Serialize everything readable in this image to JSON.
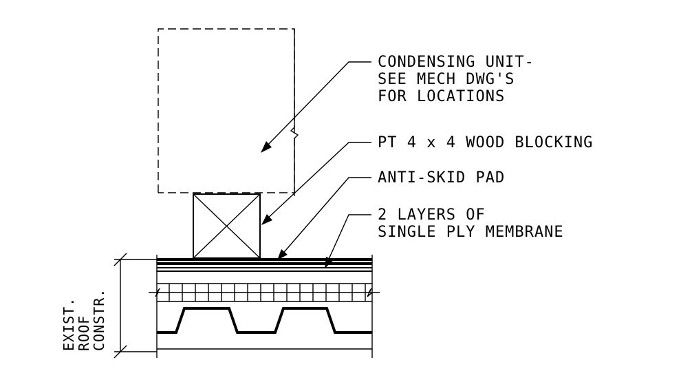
{
  "notes": {
    "condensing_unit": [
      "CONDENSING UNIT-",
      "SEE MECH DWG'S",
      "FOR LOCATIONS"
    ],
    "wood_blocking": [
      "PT 4 x 4 WOOD BLOCKING"
    ],
    "anti_skid_pad": [
      "ANTI-SKID PAD"
    ],
    "membrane": [
      "2 LAYERS OF",
      "SINGLE PLY MEMBRANE"
    ]
  },
  "dimension_label": [
    "EXIST.",
    "ROOF",
    "CONSTR."
  ],
  "colors": {
    "line": "#000000",
    "background": "#ffffff"
  }
}
